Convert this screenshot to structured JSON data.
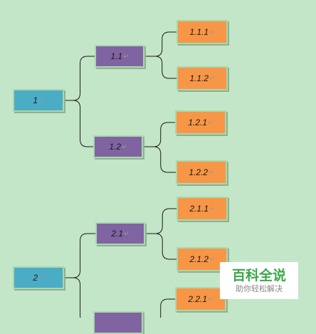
{
  "nodes": [
    {
      "id": "n1",
      "label": "1",
      "level": 0
    },
    {
      "id": "n11",
      "label": "1.1",
      "level": 1
    },
    {
      "id": "n12",
      "label": "1.2",
      "level": 1
    },
    {
      "id": "n111",
      "label": "1.1.1",
      "level": 2
    },
    {
      "id": "n112",
      "label": "1.1.2",
      "level": 2
    },
    {
      "id": "n121",
      "label": "1.2.1",
      "level": 2
    },
    {
      "id": "n122",
      "label": "1.2.2",
      "level": 2
    },
    {
      "id": "n2",
      "label": "2",
      "level": 0
    },
    {
      "id": "n21",
      "label": "2.1",
      "level": 1
    },
    {
      "id": "n22",
      "label": "",
      "level": 1
    },
    {
      "id": "n211",
      "label": "2.1.1",
      "level": 2
    },
    {
      "id": "n212",
      "label": "2.1.2",
      "level": 2
    },
    {
      "id": "n221",
      "label": "2.2.1",
      "level": 2
    }
  ],
  "edges": [
    [
      "n1",
      "n11"
    ],
    [
      "n1",
      "n12"
    ],
    [
      "n11",
      "n111"
    ],
    [
      "n11",
      "n112"
    ],
    [
      "n12",
      "n121"
    ],
    [
      "n12",
      "n122"
    ],
    [
      "n2",
      "n21"
    ],
    [
      "n2",
      "n22"
    ],
    [
      "n21",
      "n211"
    ],
    [
      "n21",
      "n212"
    ],
    [
      "n22",
      "n221"
    ]
  ],
  "colors": {
    "background": "#c4e6c8",
    "level0": "#4bacc6",
    "level1": "#8064a2",
    "level2": "#f79646",
    "connector": "#1a1a1a"
  },
  "paragraph_mark": "↵",
  "watermark": {
    "title": "百科全说",
    "subtitle": "助你轻松解决"
  }
}
